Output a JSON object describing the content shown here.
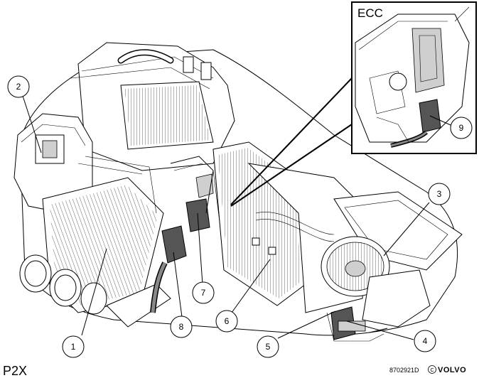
{
  "callouts": [
    "1",
    "2",
    "3",
    "4",
    "5",
    "6",
    "7",
    "8",
    "9"
  ],
  "inset_label": "ECC",
  "model_label": "P2X",
  "figure_code": "8702921D",
  "copyright_symbol": "©",
  "brand": "VOLVO"
}
